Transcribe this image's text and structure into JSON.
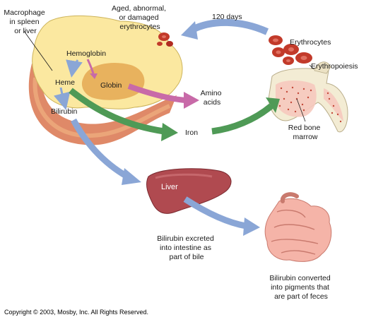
{
  "labels": {
    "macrophage": [
      "Macrophage",
      "in spleen",
      "or liver"
    ],
    "aged": [
      "Aged, abnormal,",
      "or damaged",
      "erythrocytes"
    ],
    "days": "120 days",
    "erythrocytes": "Erythrocytes",
    "erythropoiesis": "Erythropoiesis",
    "hemoglobin": "Hemoglobin",
    "heme": "Heme",
    "globin": "Globin",
    "bilirubin": "Bilirubin",
    "amino": [
      "Amino",
      "acids"
    ],
    "iron": "Iron",
    "marrow": [
      "Red bone",
      "marrow"
    ],
    "liver": "Liver",
    "excreted": [
      "Bilirubin excreted",
      "into intestine as",
      "part of bile"
    ],
    "converted": [
      "Bilirubin converted",
      "into pigments that",
      "are part of feces"
    ]
  },
  "copyright": "Copyright © 2003, Mosby, Inc. All Rights Reserved.",
  "colors": {
    "macrophage": "#fbe8a0",
    "globin": "#e8b25e",
    "rbc": "#c23a2a",
    "liver": "#b04a50",
    "intestine": "#f5b4a8",
    "arrow_blue": "#8aa6d6",
    "arrow_green": "#4f9a56",
    "arrow_pink": "#c86aa8"
  }
}
